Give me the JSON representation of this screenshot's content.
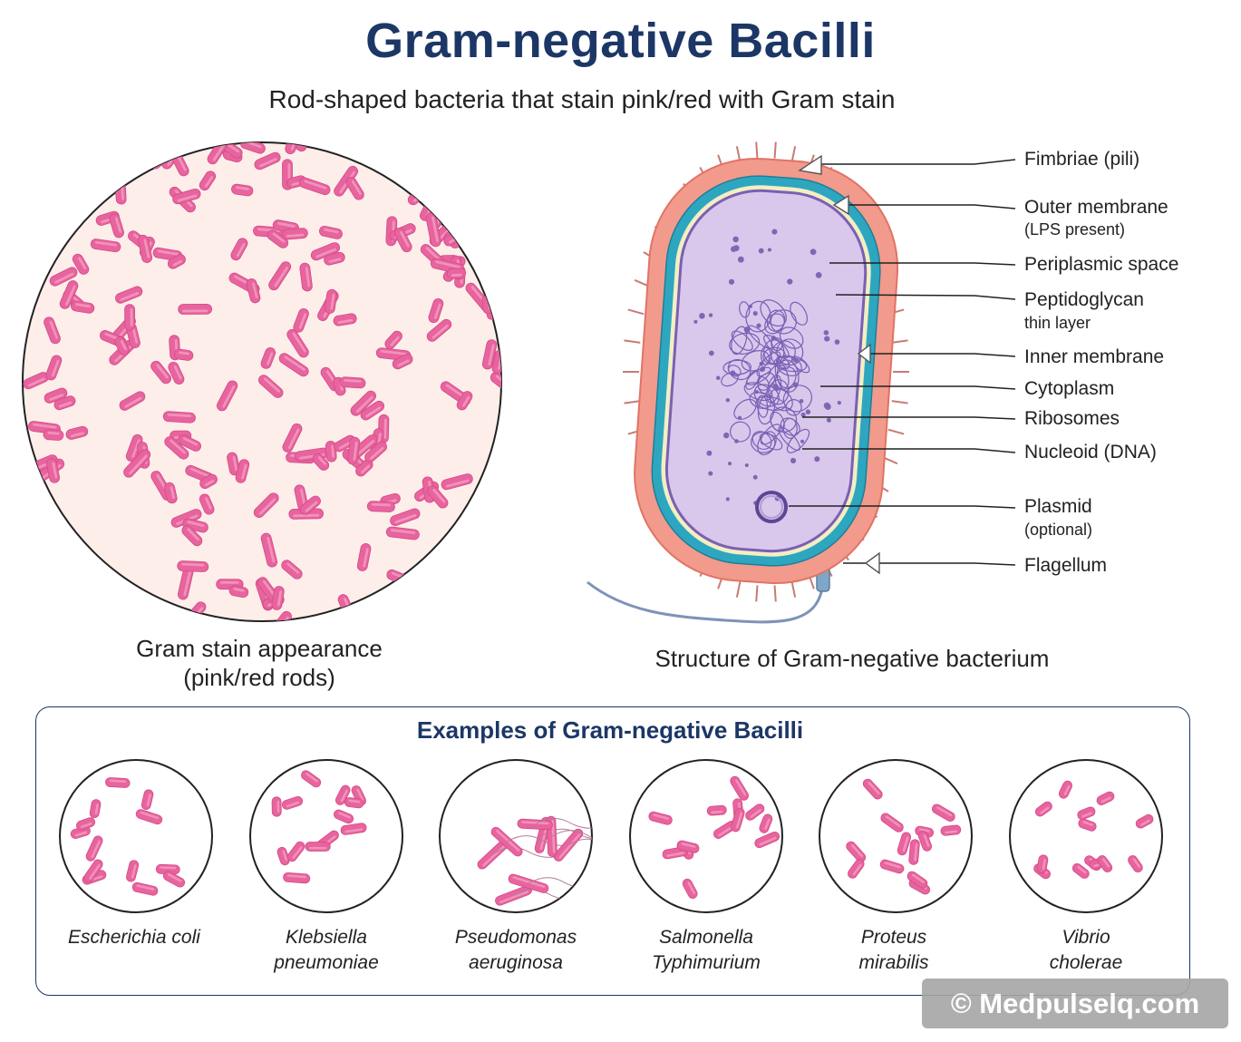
{
  "title": "Gram-negative Bacilli",
  "subtitle": "Rod-shaped bacteria that stain pink/red with Gram stain",
  "gram_stain": {
    "caption_line1": "Gram stain appearance",
    "caption_line2": "(pink/red rods)"
  },
  "structure": {
    "caption": "Structure of Gram-negative bacterium",
    "labels": [
      {
        "name": "Fimbriae (pili)",
        "sub": ""
      },
      {
        "name": "Outer membrane",
        "sub": "(LPS present)"
      },
      {
        "name": "Periplasmic space",
        "sub": ""
      },
      {
        "name": "Peptidoglycan",
        "sub": "thin layer"
      },
      {
        "name": "Inner membrane",
        "sub": ""
      },
      {
        "name": "Cytoplasm",
        "sub": ""
      },
      {
        "name": "Ribosomes",
        "sub": ""
      },
      {
        "name": "Nucleoid (DNA)",
        "sub": ""
      },
      {
        "name": "Plasmid",
        "sub": "(optional)"
      },
      {
        "name": "Flagellum",
        "sub": ""
      }
    ]
  },
  "examples": {
    "title": "Examples of Gram-negative Bacilli",
    "items": [
      {
        "line1": "Escherichia coli",
        "line2": ""
      },
      {
        "line1": "Klebsiella",
        "line2": "pneumoniae"
      },
      {
        "line1": "Pseudomonas",
        "line2": "aeruginosa"
      },
      {
        "line1": "Salmonella",
        "line2": "Typhimurium"
      },
      {
        "line1": "Proteus",
        "line2": "mirabilis"
      },
      {
        "line1": "Vibrio",
        "line2": "cholerae"
      }
    ]
  },
  "watermark": "© Medpulselq.com",
  "colors": {
    "title": "#1c3766",
    "rod": "#e8649e",
    "slide_bg": "#fdeeea",
    "outer_membrane": "#f29a8c",
    "periplasm": "#2ea6c0",
    "cytoplasm": "#d9c8ec"
  }
}
